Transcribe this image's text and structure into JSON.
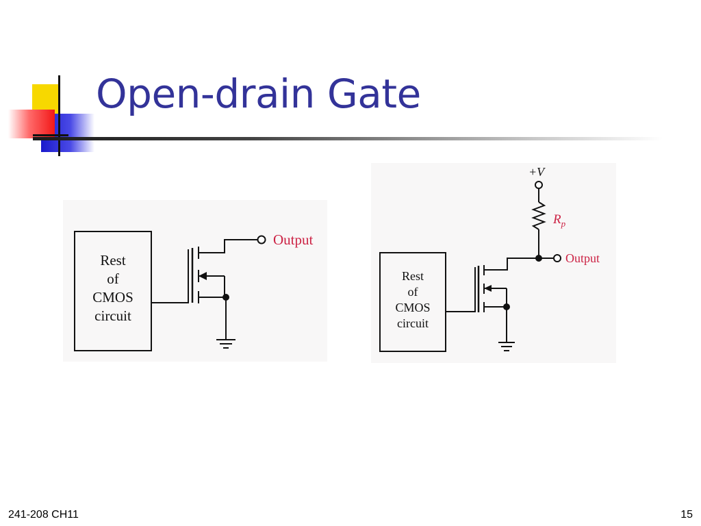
{
  "slide": {
    "title": "Open-drain Gate",
    "footer_left": "241-208 CH11",
    "page_number": "15"
  },
  "colors": {
    "title": "#333399",
    "output_label": "#cc2244",
    "deco_yellow": "#f7d800",
    "deco_blue": "#1a1acc",
    "deco_red": "#f21818"
  },
  "diagram_left": {
    "block_lines": [
      "Rest",
      "of",
      "CMOS",
      "circuit"
    ],
    "output_label": "Output"
  },
  "diagram_right": {
    "supply_label": "+V",
    "resistor_label": "R",
    "resistor_subscript": "p",
    "block_lines": [
      "Rest",
      "of",
      "CMOS",
      "circuit"
    ],
    "output_label": "Output"
  }
}
